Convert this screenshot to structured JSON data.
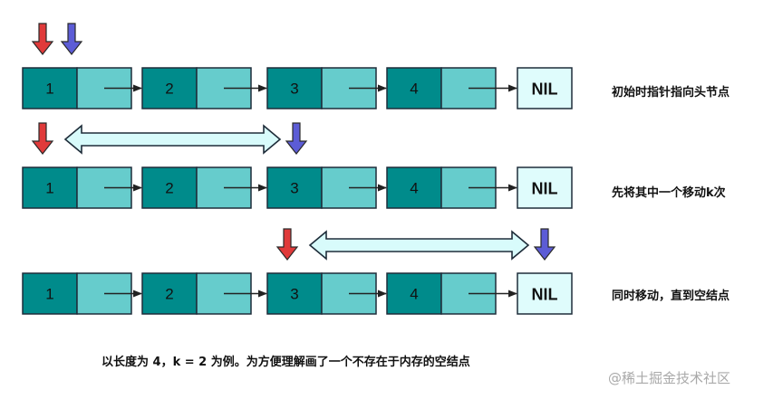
{
  "nodes": [
    "1",
    "2",
    "3",
    "4"
  ],
  "nil_label": "NIL",
  "rows": [
    {
      "label": "初始时指针指向头节点",
      "slow_index": 0,
      "fast_index": 0,
      "gap": false
    },
    {
      "label": "先将其中一个移动k次",
      "slow_index": 0,
      "fast_index": 2,
      "gap": true
    },
    {
      "label": "同时移动，直到空结点",
      "slow_index": 2,
      "fast_index": 4,
      "gap": true
    }
  ],
  "caption": "以长度为 4，k = 2 为例。为方便理解画了一个不存在于内存的空结点",
  "watermark": "@稀土掘金技术社区",
  "colors": {
    "node_value_fill": "#008b8b",
    "node_next_fill": "#66cccc",
    "nil_fill": "#dffcfc",
    "node_border": "#1f2d3a",
    "slow_pointer": "#e03a3a",
    "fast_pointer": "#5c5cd6",
    "gap_arrow_fill": "#d8fbfb",
    "link_arrow": "#222222"
  }
}
